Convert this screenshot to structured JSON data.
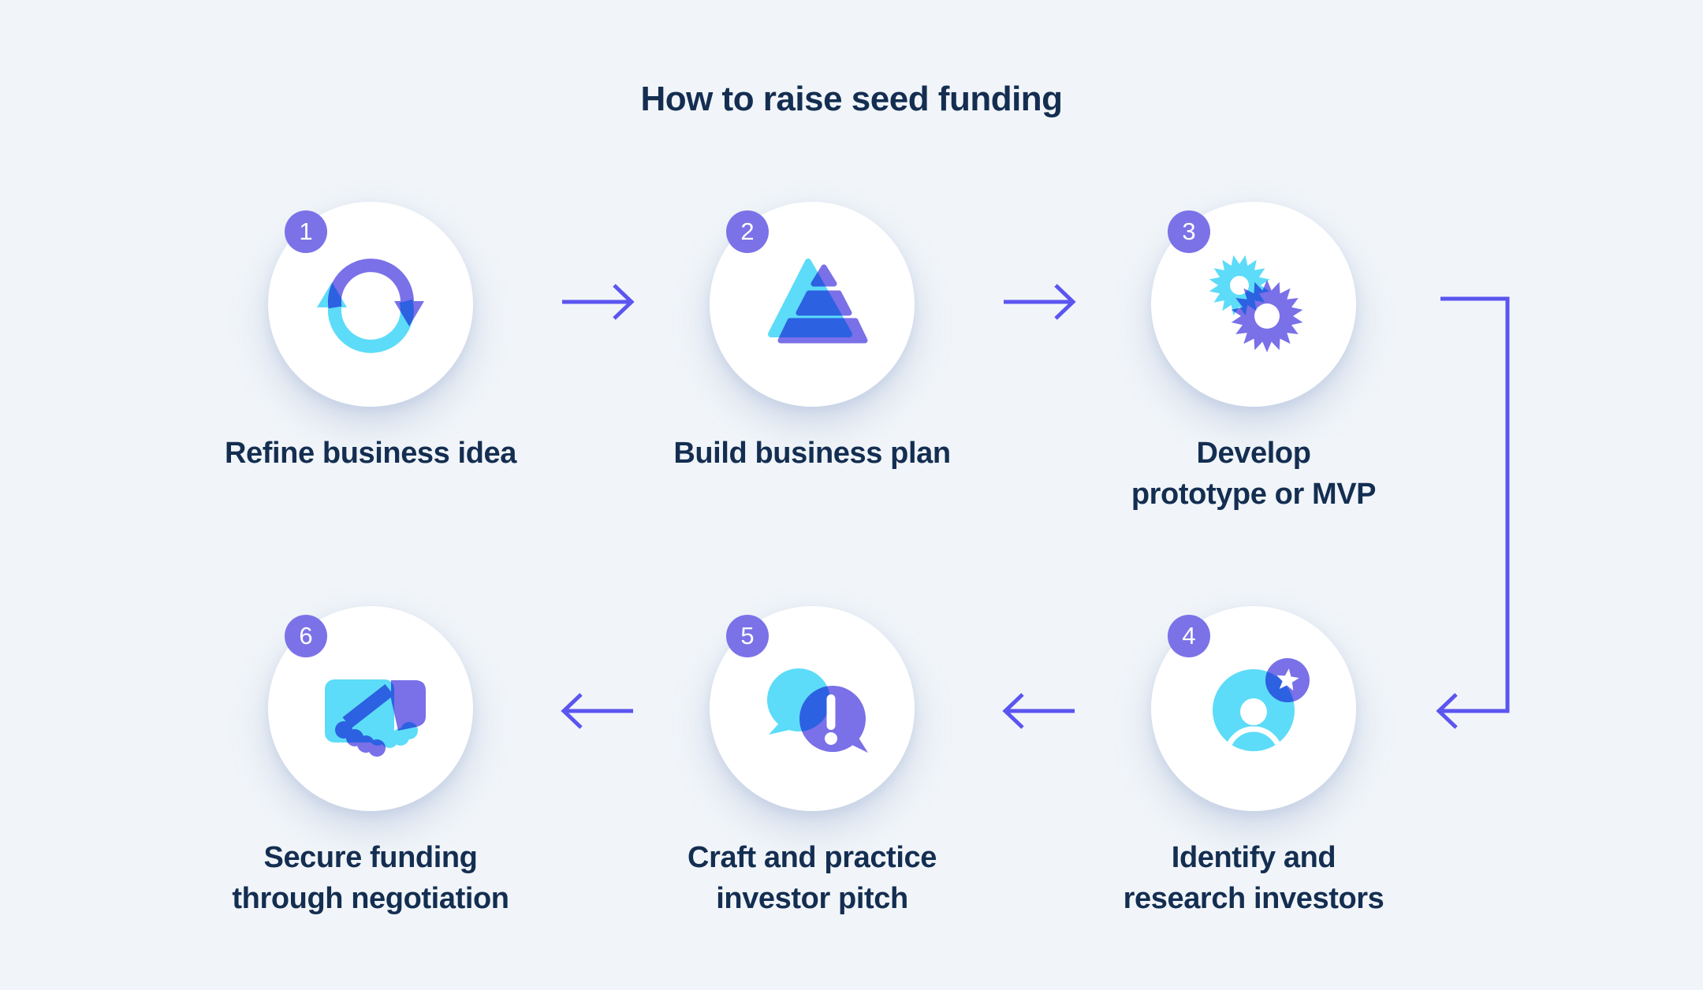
{
  "title": "How to raise seed funding",
  "steps": [
    {
      "number": "1",
      "label": "Refine business idea",
      "icon": "cycle-arrows-icon"
    },
    {
      "number": "2",
      "label": "Build business plan",
      "icon": "pyramid-layers-icon"
    },
    {
      "number": "3",
      "label": "Develop\nprototype or MVP",
      "icon": "gears-icon"
    },
    {
      "number": "4",
      "label": "Identify and\nresearch investors",
      "icon": "investor-profile-star-icon"
    },
    {
      "number": "5",
      "label": "Craft and practice\ninvestor pitch",
      "icon": "chat-exclamation-icon"
    },
    {
      "number": "6",
      "label": "Secure funding\nthrough negotiation",
      "icon": "handshake-icon"
    }
  ],
  "flow_order": [
    "1",
    "2",
    "3",
    "4",
    "5",
    "6"
  ],
  "colors": {
    "background": "#F1F5F9",
    "card": "#FFFFFF",
    "accent_purple": "#7A70E8",
    "accent_cyan": "#5CDCF8",
    "overlap_blue": "#1B47DE",
    "arrow": "#5B55F0",
    "badge": "#7B72E8",
    "text": "#142E51"
  }
}
